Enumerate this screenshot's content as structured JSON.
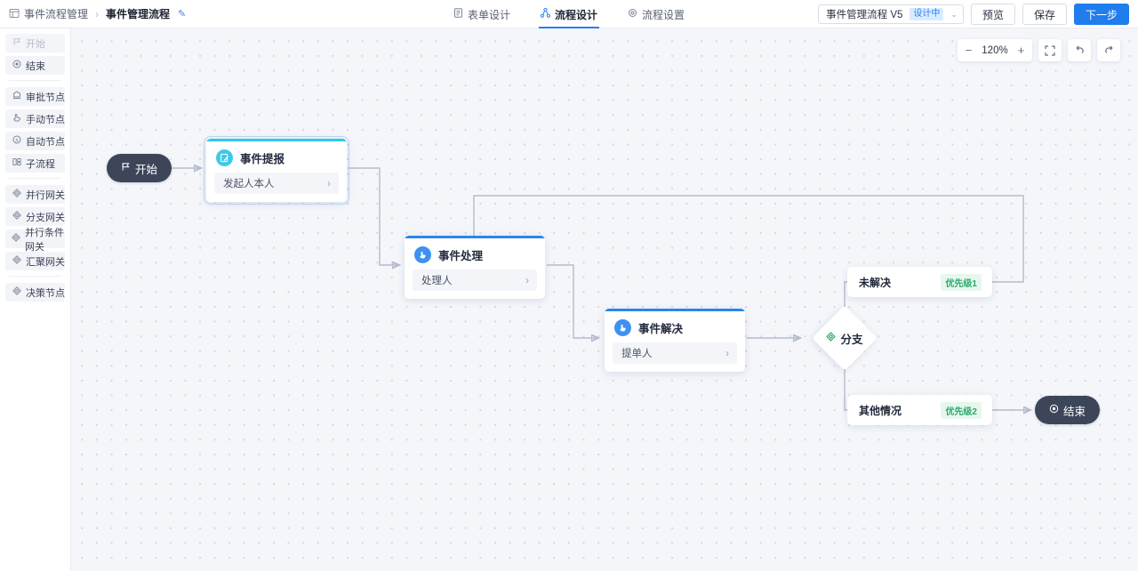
{
  "topbar": {
    "breadcrumb": {
      "icon": "app-grid-icon",
      "root": "事件流程管理",
      "separator": "›",
      "current": "事件管理流程",
      "edit_icon": "✎"
    },
    "tabs": [
      {
        "label": "表单设计",
        "icon": "form-icon",
        "active": false
      },
      {
        "label": "流程设计",
        "icon": "flow-icon",
        "active": true
      },
      {
        "label": "流程设置",
        "icon": "gear-icon",
        "active": false
      }
    ],
    "version": {
      "name": "事件管理流程 V5",
      "status_badge": "设计中",
      "caret": "⌄"
    },
    "actions": {
      "preview": "预览",
      "save": "保存",
      "next": "下一步"
    }
  },
  "sidebar": {
    "groups": [
      {
        "items": [
          {
            "label": "开始",
            "icon": "flag-icon",
            "disabled": true
          },
          {
            "label": "结束",
            "icon": "target-icon",
            "disabled": false
          }
        ]
      },
      {
        "items": [
          {
            "label": "审批节点",
            "icon": "approve-icon",
            "disabled": false
          },
          {
            "label": "手动节点",
            "icon": "hand-icon",
            "disabled": false
          },
          {
            "label": "自动节点",
            "icon": "auto-icon",
            "disabled": false
          },
          {
            "label": "子流程",
            "icon": "subflow-icon",
            "disabled": false
          }
        ]
      },
      {
        "items": [
          {
            "label": "并行网关",
            "icon": "gateway-icon",
            "disabled": false
          },
          {
            "label": "分支网关",
            "icon": "gateway-icon",
            "disabled": false
          },
          {
            "label": "并行条件网关",
            "icon": "gateway-icon",
            "disabled": false
          },
          {
            "label": "汇聚网关",
            "icon": "gateway-icon",
            "disabled": false
          }
        ]
      },
      {
        "items": [
          {
            "label": "决策节点",
            "icon": "gateway-icon",
            "disabled": false
          }
        ]
      }
    ]
  },
  "canvas": {
    "zoom_toolbar": {
      "minus": "−",
      "percent": "120%",
      "plus": "+",
      "fit_icon": "⛶",
      "undo_icon": "↺",
      "redo_icon": "↻"
    },
    "nodes": {
      "start": {
        "label": "开始",
        "icon": "flag-icon"
      },
      "end": {
        "label": "结束",
        "icon": "target-icon"
      },
      "report": {
        "title": "事件提报",
        "assignee": "发起人本人",
        "icon": "edit-doc-icon",
        "bar_color": "#2ec8e6",
        "icon_color": "#3fc9e8",
        "selected": true
      },
      "handle": {
        "title": "事件处理",
        "assignee": "处理人",
        "icon": "hand-icon",
        "bar_color": "#2a86ee",
        "icon_color": "#3d91f0",
        "selected": false
      },
      "resolve": {
        "title": "事件解决",
        "assignee": "提单人",
        "icon": "hand-icon",
        "bar_color": "#2a86ee",
        "icon_color": "#3d91f0",
        "selected": false
      },
      "branch": {
        "label": "分支",
        "icon": "gateway-icon"
      }
    },
    "conditions": [
      {
        "name": "未解决",
        "badge": "优先级1"
      },
      {
        "name": "其他情况",
        "badge": "优先级2"
      }
    ]
  }
}
